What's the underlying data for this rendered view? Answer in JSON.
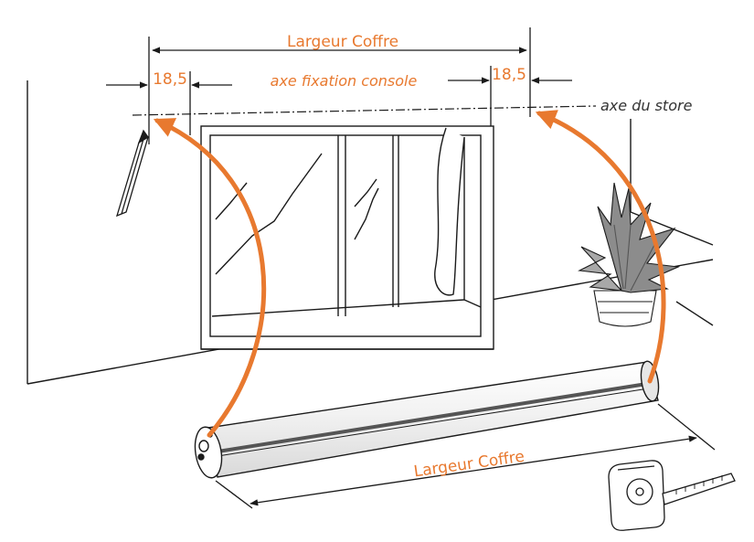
{
  "labels": {
    "top_width": "Largeur Coffre",
    "left_offset": "18,5",
    "right_offset": "18,5",
    "console_axis": "axe fixation console",
    "blind_axis": "axe du store",
    "box_width": "Largeur Coffre"
  },
  "colors": {
    "accent": "#e8792f",
    "line": "#1a1a1a",
    "text_dark": "#333333"
  },
  "icons": {
    "pencil": "pencil-icon",
    "plant": "potted-plant-icon",
    "tape": "tape-measure-icon",
    "box": "roller-box-icon",
    "window": "window-icon"
  }
}
